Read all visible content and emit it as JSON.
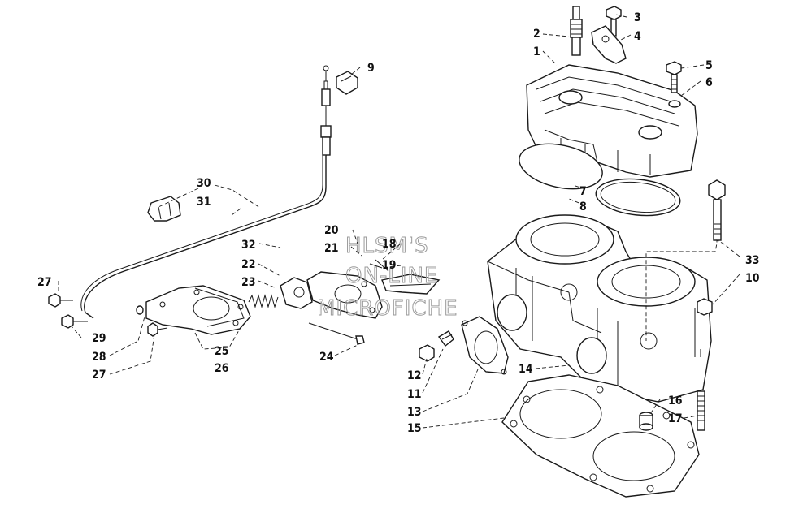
{
  "watermark": [
    "HLSM'S",
    "ON-LINE",
    "MICROFICHE"
  ],
  "callouts": [
    "1",
    "2",
    "3",
    "4",
    "5",
    "6",
    "7",
    "8",
    "9",
    "10",
    "11",
    "12",
    "13",
    "14",
    "15",
    "16",
    "17",
    "18",
    "19",
    "20",
    "21",
    "22",
    "23",
    "24",
    "25",
    "26",
    "27",
    "27",
    "28",
    "29",
    "30",
    "31",
    "32",
    "33"
  ],
  "parts": [
    "cylinder-head",
    "spark-plug",
    "head-bolt-left",
    "head-bracket",
    "head-bolt-right",
    "washer",
    "head-gasket-upper",
    "head-gasket-lower",
    "cable-clip",
    "throttle-cable",
    "cylinder-block",
    "exhaust-gasket",
    "cylinder-base-gasket",
    "stud",
    "exhaust-valve-housing",
    "valve-spring",
    "valve-cover",
    "pivot-bolt"
  ]
}
